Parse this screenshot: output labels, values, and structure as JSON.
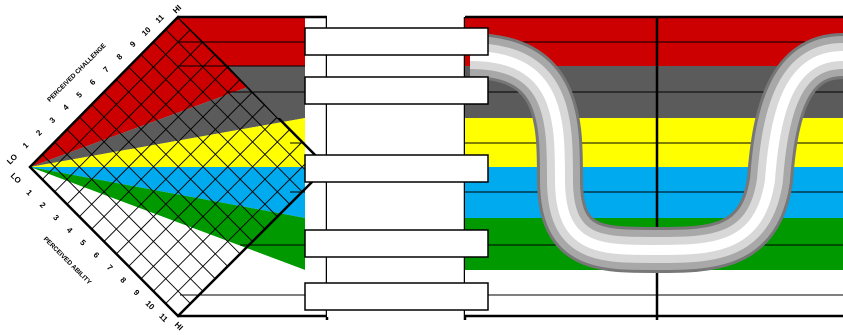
{
  "colors": {
    "red": "#cc0000",
    "dark_gray": "#5b5b5b",
    "yellow": "#ffff00",
    "blue": "#00aaee",
    "green": "#009900",
    "white": "#ffffff",
    "outline": "#000000"
  },
  "bands": [
    "red",
    "dark_gray",
    "yellow",
    "blue",
    "green",
    "white"
  ],
  "challenge_axis": {
    "title": "PERCEIVED CHALLENGE",
    "low_label": "LO",
    "high_label": "HI",
    "ticks": [
      "1",
      "2",
      "3",
      "4",
      "5",
      "6",
      "7",
      "8",
      "9",
      "10",
      "11"
    ]
  },
  "ability_axis": {
    "title": "PERCEIVED ABILITY",
    "low_label": "LO",
    "high_label": "HI",
    "ticks": [
      "1",
      "2",
      "3",
      "4",
      "5",
      "6",
      "7",
      "8",
      "9",
      "10",
      "11"
    ]
  },
  "label_boxes": [
    "",
    "",
    "",
    "",
    ""
  ]
}
